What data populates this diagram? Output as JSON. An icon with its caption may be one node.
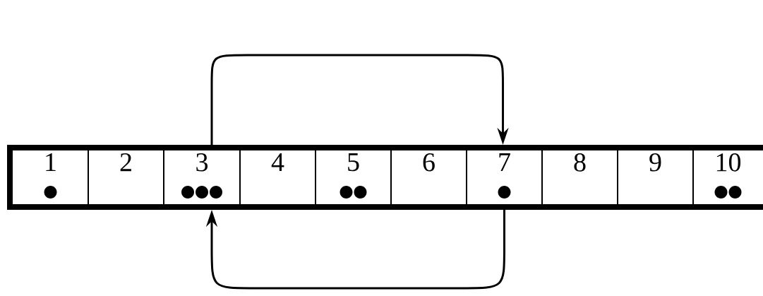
{
  "diagram": {
    "nodes": [
      {
        "text": [
          "1"
        ]
      },
      {
        "text": [
          "2"
        ]
      },
      {
        "text": [
          "3"
        ]
      },
      {
        "text": [
          "4"
        ]
      },
      {
        "text": [
          "5"
        ]
      },
      {
        "text": [
          "6"
        ]
      },
      {
        "text": [
          "7"
        ]
      },
      {
        "text": [
          "8"
        ]
      },
      {
        "text": [
          "9"
        ]
      },
      {
        "text": [
          "10"
        ]
      }
    ],
    "edges": [
      {
        "from": 2,
        "to": 6,
        "arrow": "to"
      },
      {
        "from": 6,
        "to": 2,
        "arrow": "to"
      }
    ]
  }
}
